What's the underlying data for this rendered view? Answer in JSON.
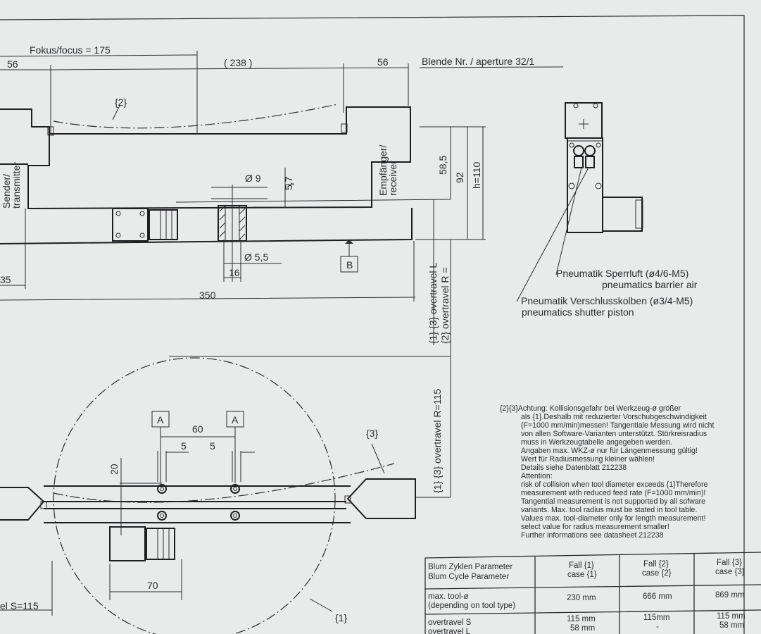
{
  "dims": {
    "focus": "Fokus/focus = 175",
    "d56_left": "56",
    "d238": "( 238 )",
    "d56_right": "56",
    "aperture": "Blende Nr. / aperture 32/1",
    "case2_marker": "{2}",
    "sender_1": "Sender/",
    "sender_2": "transmitter",
    "receiver_1": "Empfänger/",
    "receiver_2": "receiver",
    "phi9": "Ø 9",
    "d5_7": "5,7",
    "d58_5": "58,5",
    "d92": "92",
    "h110": "h=110",
    "phi5_5": "Ø 5,5",
    "d16": "16",
    "datum_b": "B",
    "d35": "35",
    "d350": "350",
    "overtravel_L": "{1} {3} overtravel L",
    "overtravel_R_short": "{2} overtravel R =",
    "overtravel_R115": "{1} {3} overtravel R=115",
    "datum_a": "A",
    "d60": "60",
    "d5": "5",
    "d20": "20",
    "case3_marker": "{3}",
    "d70": "70",
    "overtravel_S": "el S=115",
    "case1_marker": "{1}"
  },
  "pneumatics": {
    "barrier_de": "Pneumatik Sperrluft (ø4/6-M5)",
    "barrier_en": "pneumatics barrier air",
    "shutter_de": "Pneumatik Verschlusskolben (ø3/4-M5)",
    "shutter_en": "pneumatics shutter piston"
  },
  "notes": [
    "{2}{3}Achtung: Kollisionsgefahr bei Werkzeug-ø größer",
    "als {1}.Deshalb mit reduzierter Vorschubgeschwindigkeit",
    "(F=1000 mm/min)messen! Tangentiale Messung wird nicht",
    "von allen Software-Varianten unterstützt. Störkreisradius",
    "muss in Werkzeugtabelle angegeben werden.",
    "Angaben max. WKZ-ø nur für Längenmessung gültig!",
    "Wert für Radiusmessung kleiner wählen!",
    "Details siehe Datenblatt 212238",
    "Attention:",
    "risk of collision when tool diameter exceeds {1}Therefore",
    "measurement with reduced feed rate (F=1000 mm/min)!",
    "Tangential measurement is not supported by all sofware",
    "variants. Max. tool radius must be stated in tool table.",
    "Values max. tool-diameter only for length measurement!",
    "select value for radius measurement smaller!",
    "Further informations see datasheet 212238"
  ],
  "table": {
    "header": [
      "Blum Zyklen Parameter",
      "Blum Cycle Parameter"
    ],
    "cols": [
      [
        "Fall {1}",
        "case {1}"
      ],
      [
        "Fall {2}",
        "case {2}"
      ],
      [
        "Fall {3}",
        "case {3}"
      ]
    ],
    "row1_label": [
      "max. tool-ø",
      "(depending on tool type)"
    ],
    "row1": [
      "230 mm",
      "666 mm",
      "869 mm"
    ],
    "row2_label": [
      "overtravel S",
      "overtravel L"
    ],
    "row2": [
      [
        "115 mm",
        "58 mm"
      ],
      [
        "115mm",
        "-"
      ],
      [
        "115 mm",
        "58 mm"
      ]
    ]
  }
}
